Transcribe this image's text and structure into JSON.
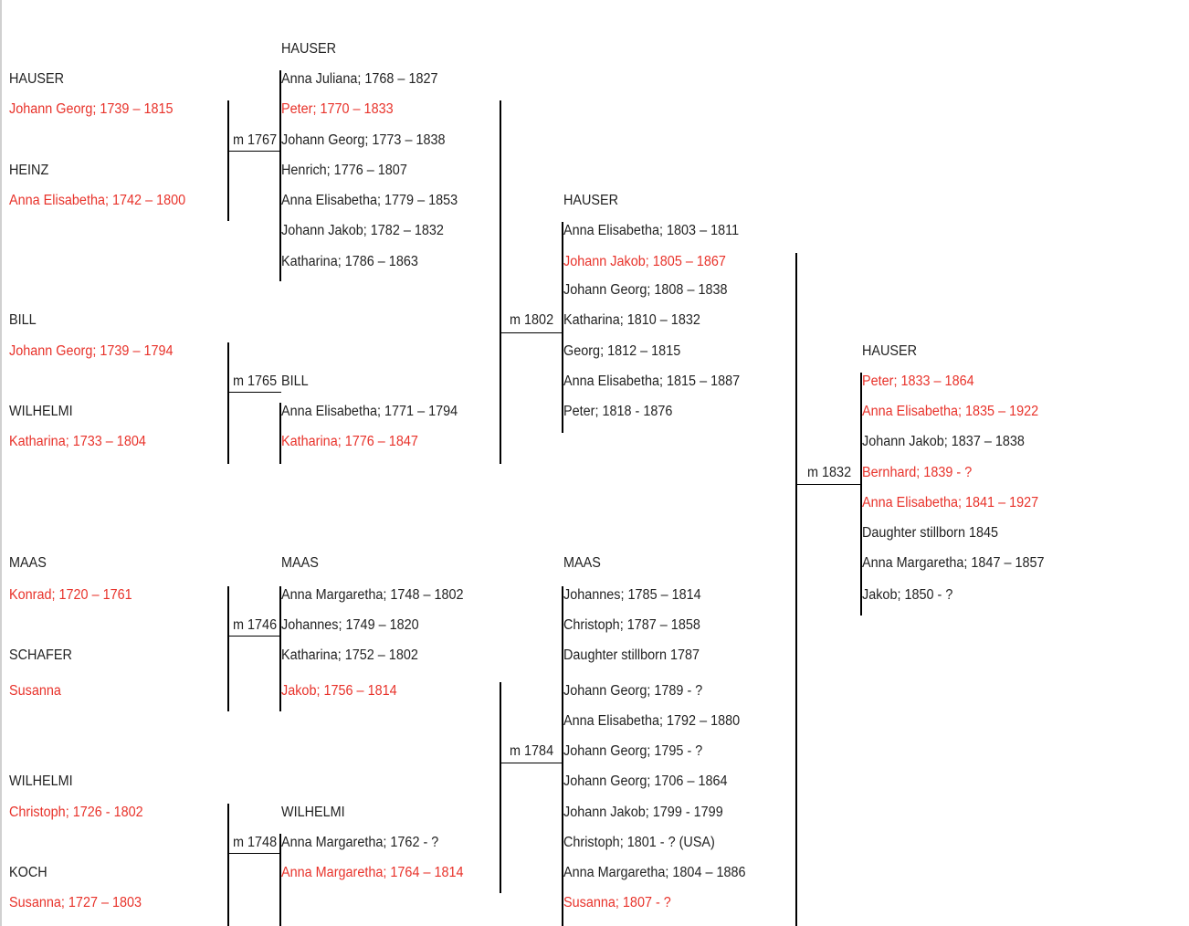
{
  "couples": [
    {
      "marriage": "m 1767",
      "husband": {
        "surname": "HAUSER",
        "name": "Johann Georg; 1739 – 1815"
      },
      "wife": {
        "surname": "HEINZ",
        "name": "Anna Elisabetha; 1742 – 1800"
      },
      "children_surname": "HAUSER",
      "children": [
        {
          "name": "Anna Juliana; 1768 – 1827",
          "line": false
        },
        {
          "name": "Peter; 1770 – 1833",
          "line": true
        },
        {
          "name": "Johann Georg; 1773 – 1838",
          "line": false
        },
        {
          "name": "Henrich; 1776 – 1807",
          "line": false
        },
        {
          "name": "Anna Elisabetha; 1779 – 1853",
          "line": false
        },
        {
          "name": "Johann Jakob; 1782 – 1832",
          "line": false
        },
        {
          "name": "Katharina; 1786 – 1863",
          "line": false
        }
      ]
    },
    {
      "marriage": "m 1765",
      "husband": {
        "surname": "BILL",
        "name": "Johann Georg; 1739 – 1794"
      },
      "wife": {
        "surname": "WILHELMI",
        "name": "Katharina; 1733 – 1804"
      },
      "children_surname": "BILL",
      "children": [
        {
          "name": "Anna Elisabetha; 1771 – 1794",
          "line": false
        },
        {
          "name": "Katharina; 1776 – 1847",
          "line": true
        }
      ]
    },
    {
      "marriage": "m 1746",
      "husband": {
        "surname": "MAAS",
        "name": "Konrad; 1720 – 1761"
      },
      "wife": {
        "surname": "SCHAFER",
        "name": "Susanna"
      },
      "children_surname": "MAAS",
      "children": [
        {
          "name": "Anna Margaretha; 1748 – 1802",
          "line": false
        },
        {
          "name": "Johannes; 1749 – 1820",
          "line": false
        },
        {
          "name": "Katharina; 1752 – 1802",
          "line": false
        },
        {
          "name": "Jakob; 1756 – 1814",
          "line": true
        }
      ]
    },
    {
      "marriage": "m 1748",
      "husband": {
        "surname": "WILHELMI",
        "name": "Christoph; 1726 - 1802"
      },
      "wife": {
        "surname": "KOCH",
        "name": "Susanna; 1727 – 1803"
      },
      "children_surname": "WILHELMI",
      "children": [
        {
          "name": "Anna Margaretha; 1762 - ?",
          "line": false
        },
        {
          "name": "Anna Margaretha; 1764 – 1814",
          "line": true
        }
      ]
    },
    {
      "marriage": "m 1802",
      "children_surname": "HAUSER",
      "children": [
        {
          "name": "Anna Elisabetha; 1803 – 1811",
          "line": false
        },
        {
          "name": "Johann Jakob; 1805 – 1867",
          "line": true
        },
        {
          "name": "Johann Georg; 1808 – 1838",
          "line": false
        },
        {
          "name": "Katharina; 1810 – 1832",
          "line": false
        },
        {
          "name": "Georg; 1812 – 1815",
          "line": false
        },
        {
          "name": "Anna Elisabetha; 1815 – 1887",
          "line": false
        },
        {
          "name": "Peter; 1818 - 1876",
          "line": false
        }
      ]
    },
    {
      "marriage": "m 1784",
      "children_surname": "MAAS",
      "children": [
        {
          "name": "Johannes; 1785 – 1814",
          "line": false
        },
        {
          "name": "Christoph; 1787 – 1858",
          "line": false
        },
        {
          "name": "Daughter stillborn 1787",
          "line": false
        },
        {
          "name": "Johann Georg; 1789 - ?",
          "line": false
        },
        {
          "name": "Anna Elisabetha; 1792 – 1880",
          "line": false
        },
        {
          "name": "Johann Georg; 1795 - ?",
          "line": false
        },
        {
          "name": "Johann Georg; 1706 – 1864",
          "line": false
        },
        {
          "name": "Johann Jakob; 1799 - 1799",
          "line": false
        },
        {
          "name": "Christoph; 1801 - ? (USA)",
          "line": false
        },
        {
          "name": "Anna Margaretha; 1804 – 1886",
          "line": false
        },
        {
          "name": "Susanna; 1807 - ?",
          "line": true
        }
      ]
    },
    {
      "marriage": "m 1832",
      "children_surname": "HAUSER",
      "children": [
        {
          "name": "Peter; 1833 – 1864",
          "line": true
        },
        {
          "name": "Anna Elisabetha; 1835 – 1922",
          "line": true
        },
        {
          "name": "Johann Jakob; 1837 – 1838",
          "line": false
        },
        {
          "name": "Bernhard; 1839 - ?",
          "line": true
        },
        {
          "name": "Anna Elisabetha; 1841 – 1927",
          "line": true
        },
        {
          "name": "Daughter stillborn 1845",
          "line": false
        },
        {
          "name": "Anna Margaretha; 1847 – 1857",
          "line": false
        },
        {
          "name": "Jakob; 1850 - ?",
          "line": false
        }
      ]
    }
  ],
  "colors": {
    "line_member": "#e8322a",
    "text": "#222222",
    "connector": "#000000"
  }
}
